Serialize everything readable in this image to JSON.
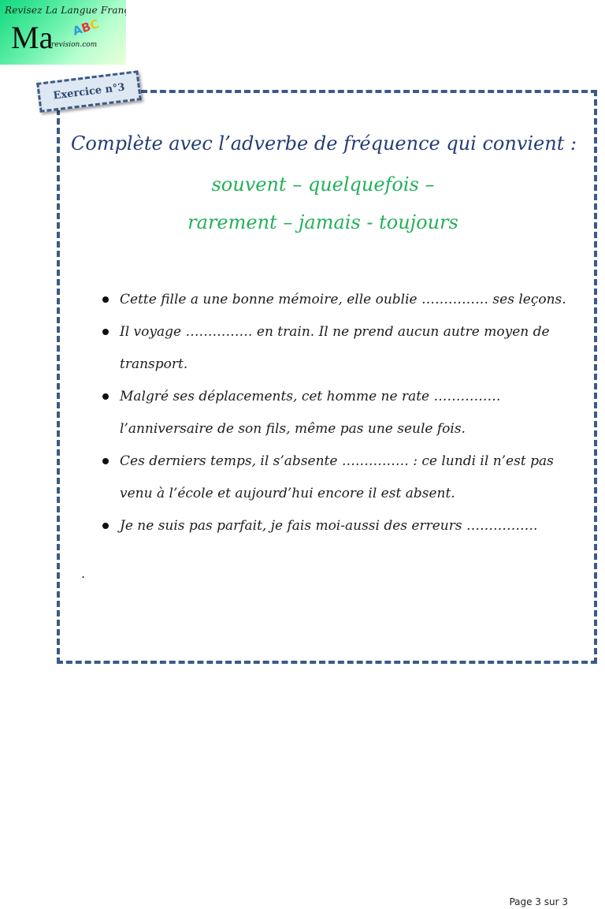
{
  "logo": {
    "tagline": "Revisez La Langue Française",
    "ma": "Ma",
    "site": "-revision.com",
    "abc_a": "A",
    "abc_b": "B",
    "abc_c": "C"
  },
  "exercise": {
    "tag": "Exercice n°3",
    "instruction": "Complète avec l’adverbe de fréquence qui convient :",
    "adverbs_line1": "souvent – quelquefois –",
    "adverbs_line2": "rarement – jamais - toujours",
    "sentences": [
      "Cette fille a une bonne mémoire, elle oublie …………… ses leçons.",
      "Il voyage  ……………  en train. Il ne prend aucun autre moyen de transport.",
      "Malgré ses déplacements, cet homme ne rate  …………… l’anniversaire de son fils, même pas une seule fois.",
      "Ces derniers temps, il s’absente  …………… : ce lundi il n’est pas venu à l’école et aujourd’hui encore il est absent.",
      "Je ne suis pas parfait, je fais moi-aussi des erreurs  ……………."
    ],
    "stray_mark": "."
  },
  "footer": {
    "page": "Page 3 sur 3"
  },
  "colors": {
    "frame": "#3d5a86",
    "title": "#243c76",
    "adverbs": "#22b15a"
  }
}
